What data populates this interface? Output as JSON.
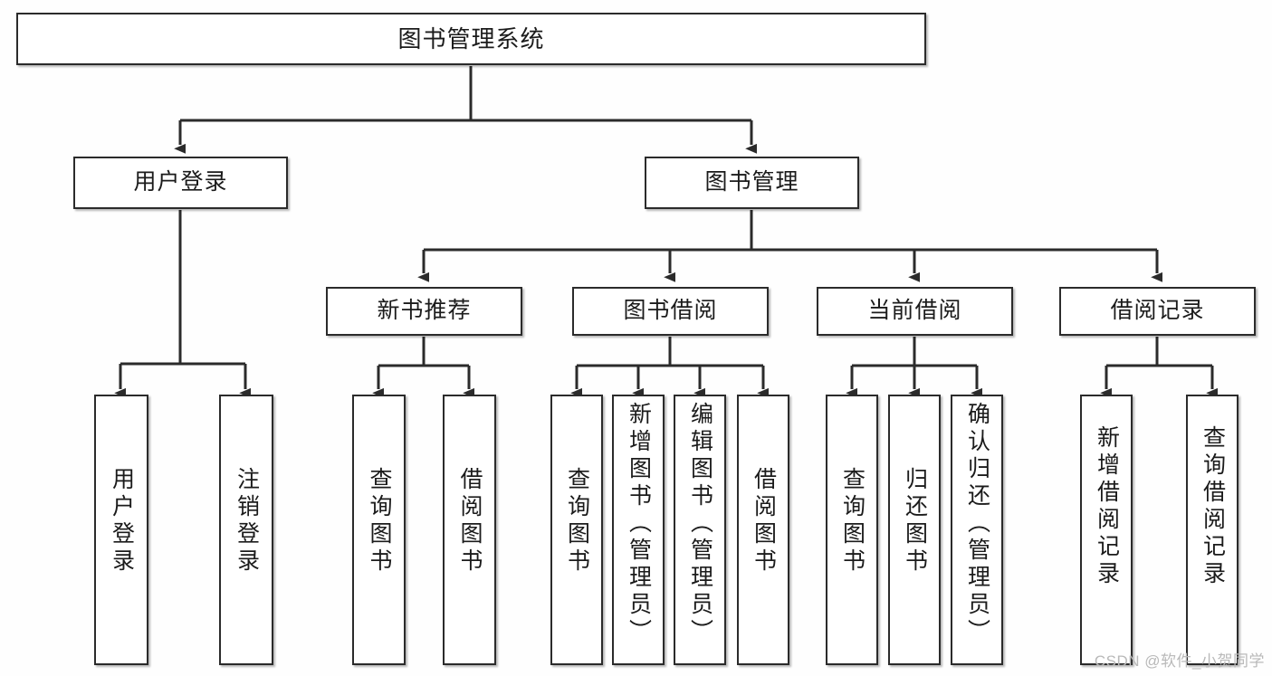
{
  "diagram": {
    "title": "图书管理系统",
    "type": "tree",
    "colors": {
      "background": "#fefefe",
      "box_fill": "#ffffff",
      "box_border": "#2b2b2b",
      "connector": "#2b2b2b",
      "text": "#1b1b1b",
      "watermark": "#b9b9b9"
    },
    "root": {
      "label": "图书管理系统",
      "orientation": "horizontal"
    },
    "level2": [
      {
        "label": "用户登录",
        "orientation": "horizontal"
      },
      {
        "label": "图书管理",
        "orientation": "horizontal"
      }
    ],
    "level3": [
      {
        "label": "新书推荐",
        "orientation": "horizontal"
      },
      {
        "label": "图书借阅",
        "orientation": "horizontal"
      },
      {
        "label": "当前借阅",
        "orientation": "horizontal"
      },
      {
        "label": "借阅记录",
        "orientation": "horizontal"
      }
    ],
    "leaves": [
      {
        "label": "用户登录",
        "orientation": "vertical",
        "parent": "用户登录"
      },
      {
        "label": "注销登录",
        "orientation": "vertical",
        "parent": "用户登录"
      },
      {
        "label": "查询图书",
        "orientation": "vertical",
        "parent": "新书推荐"
      },
      {
        "label": "借阅图书",
        "orientation": "vertical",
        "parent": "新书推荐"
      },
      {
        "label": "查询图书",
        "orientation": "vertical",
        "parent": "图书借阅"
      },
      {
        "label": "新增图书（管理员）",
        "orientation": "vertical",
        "parent": "图书借阅"
      },
      {
        "label": "编辑图书（管理员）",
        "orientation": "vertical",
        "parent": "图书借阅"
      },
      {
        "label": "借阅图书",
        "orientation": "vertical",
        "parent": "图书借阅"
      },
      {
        "label": "查询图书",
        "orientation": "vertical",
        "parent": "当前借阅"
      },
      {
        "label": "归还图书",
        "orientation": "vertical",
        "parent": "当前借阅"
      },
      {
        "label": "确认归还（管理员）",
        "orientation": "vertical",
        "parent": "当前借阅"
      },
      {
        "label": "新增借阅记录",
        "orientation": "vertical",
        "parent": "借阅记录"
      },
      {
        "label": "查询借阅记录",
        "orientation": "vertical",
        "parent": "借阅记录"
      }
    ],
    "watermark": "CSDN @软件_小贺同学"
  }
}
